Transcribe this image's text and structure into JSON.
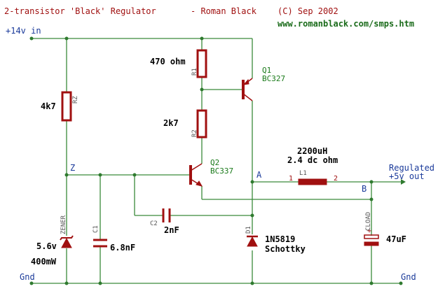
{
  "header": {
    "title": "2-transistor 'Black' Regulator",
    "author": "- Roman Black",
    "copyright": "(C) Sep 2002",
    "url": "www.romanblack.com/smps.htm"
  },
  "nets": {
    "vin": "+14v in",
    "gnd_left": "Gnd",
    "gnd_right": "Gnd",
    "out_line1": "Regulated",
    "out_line2": "+5v out",
    "node_z": "Z",
    "node_a": "A",
    "node_b": "B"
  },
  "components": {
    "r1": {
      "ref": "R1",
      "value": "470 ohm"
    },
    "r2": {
      "ref": "R2",
      "value": "2k7"
    },
    "rz": {
      "ref": "RZ",
      "value": "4k7"
    },
    "q1": {
      "ref": "Q1",
      "part": "BC327"
    },
    "q2": {
      "ref": "Q2",
      "part": "BC337"
    },
    "l1": {
      "ref": "L1",
      "value1": "2200uH",
      "value2": "2.4 dc ohm",
      "pin1": "1",
      "pin2": "2"
    },
    "c1": {
      "ref": "C1",
      "value": "6.8nF"
    },
    "c2": {
      "ref": "C2",
      "value": "2nF"
    },
    "cload": {
      "ref": "CLOAD",
      "value": "47uF"
    },
    "zener": {
      "ref": "ZENER",
      "value1": "5.6v",
      "value2": "400mW"
    },
    "d1": {
      "ref": "D1",
      "value1": "1N5819",
      "value2": "Schottky"
    }
  },
  "colors": {
    "wire": "#3a8a3a",
    "component": "#a01010",
    "title": "#a01010",
    "url": "#1a6b1a",
    "net_label": "#1a3a9a"
  }
}
